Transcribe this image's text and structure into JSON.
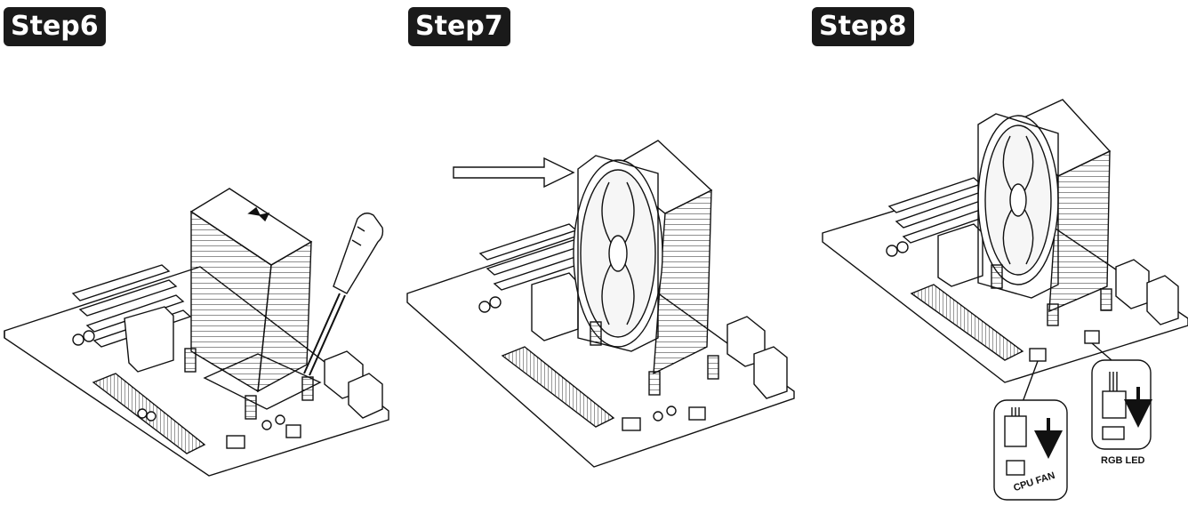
{
  "steps": [
    {
      "label": "Step6"
    },
    {
      "label": "Step7"
    },
    {
      "label": "Step8"
    }
  ],
  "connectors": {
    "cpu_fan": "CPU FAN",
    "rgb_led": "RGB LED"
  }
}
